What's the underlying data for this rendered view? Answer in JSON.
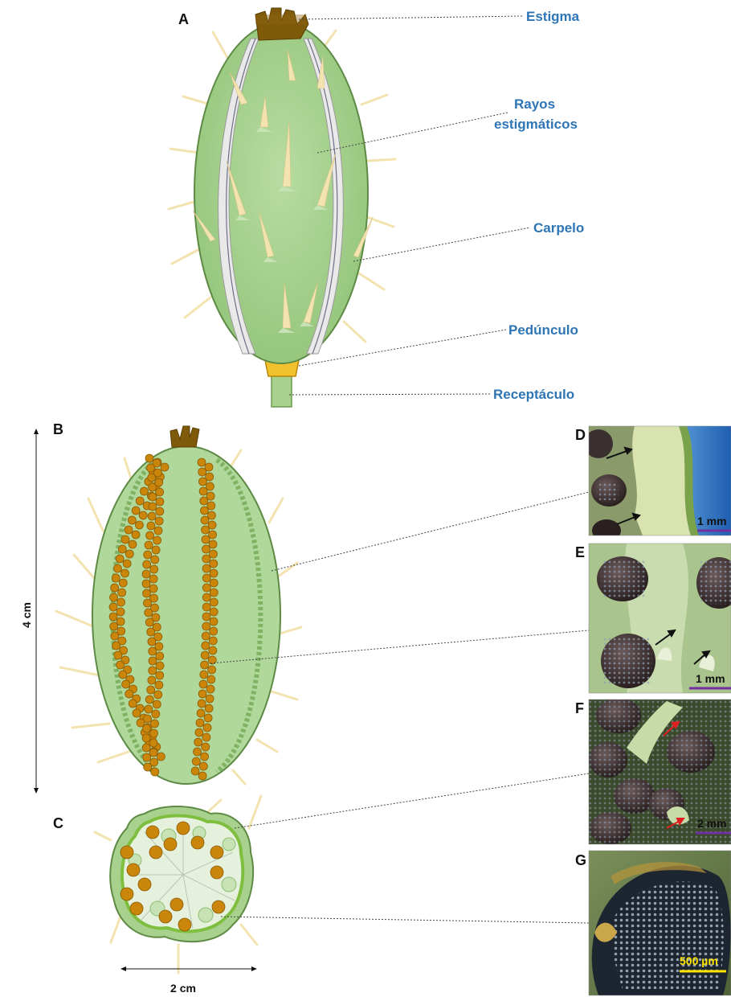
{
  "panels": {
    "a": "A",
    "b": "B",
    "c": "C",
    "d": "D",
    "e": "E",
    "f": "F",
    "g": "G"
  },
  "parts": {
    "estigma": "Estigma",
    "rayos_line1": "Rayos",
    "rayos_line2": "estigmáticos",
    "carpelo": "Carpelo",
    "pedunculo": "Pedúnculo",
    "receptaculo": "Receptáculo"
  },
  "dimensions": {
    "height": "4 cm",
    "width": "2 cm"
  },
  "scale_bars": {
    "d": "1 mm",
    "e": "1 mm",
    "f": "2 mm",
    "g": "500 µm"
  },
  "colors": {
    "label_blue": "#2e75b6",
    "fruit_green": "#a9d18e",
    "seed_orange": "#c9860a",
    "stigma_brown": "#7f5a0b"
  }
}
